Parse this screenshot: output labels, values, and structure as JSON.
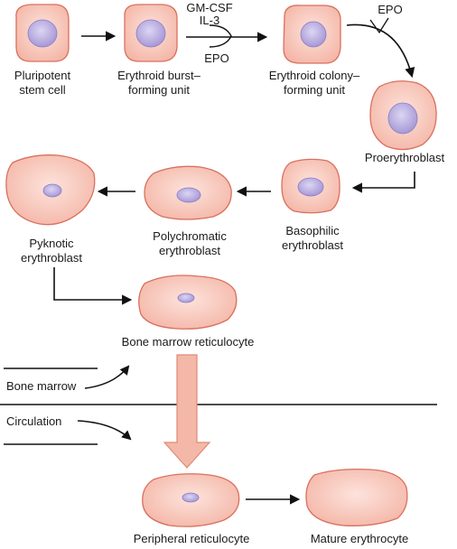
{
  "colors": {
    "cell_fill": "#f7c8bd",
    "cell_stroke": "#d9705f",
    "nucleus_fill": "#b8acdc",
    "nucleus_stroke": "#8a7cc4",
    "arrow": "#111111",
    "big_arrow_fill": "#f4b8a8",
    "big_arrow_stroke": "#e08a76"
  },
  "cells": {
    "pluripotent": [
      "Pluripotent",
      "stem cell"
    ],
    "bfu": [
      "Erythroid burst–",
      "forming unit"
    ],
    "cfu": [
      "Erythroid colony–",
      "forming unit"
    ],
    "proerythroblast": [
      "Proerythroblast"
    ],
    "basophilic": [
      "Basophilic",
      "erythroblast"
    ],
    "polychromatic": [
      "Polychromatic",
      "erythroblast"
    ],
    "pyknotic": [
      "Pyknotic",
      "erythroblast"
    ],
    "bm_reticulocyte": [
      "Bone marrow reticulocyte"
    ],
    "peripheral_reticulocyte": [
      "Peripheral reticulocyte"
    ],
    "mature": [
      "Mature erythrocyte"
    ]
  },
  "factors": {
    "gm_csf": "GM-CSF",
    "il3": "IL-3",
    "epo_1": "EPO",
    "epo_2": "EPO"
  },
  "compartments": {
    "bone_marrow": "Bone marrow",
    "circulation": "Circulation"
  }
}
